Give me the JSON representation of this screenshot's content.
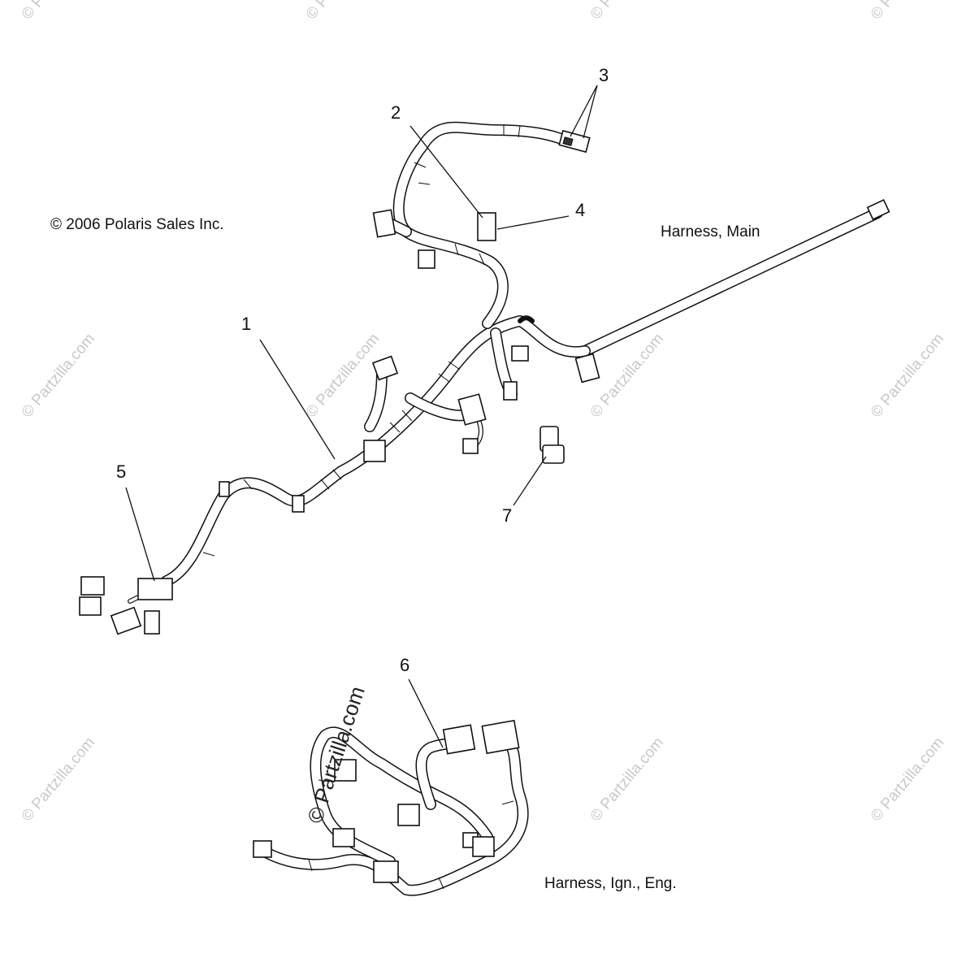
{
  "copyright": "© 2006 Polaris Sales Inc.",
  "labels": {
    "harness_main": "Harness, Main",
    "harness_ign": "Harness, Ign., Eng."
  },
  "callouts": [
    "1",
    "2",
    "3",
    "4",
    "5",
    "6",
    "7"
  ],
  "watermark": {
    "text": "© Partzilla.com",
    "overlay_text": "© Partzilla.com"
  }
}
